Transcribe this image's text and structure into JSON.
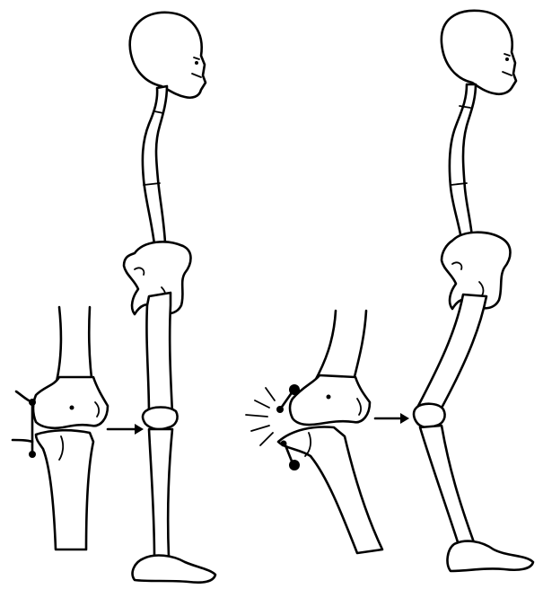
{
  "diagram": {
    "figures": [
      {
        "id": "left",
        "condition": "normal",
        "inset_detail": "knee-joint-with-ligaments-intact"
      },
      {
        "id": "right",
        "condition": "injured",
        "inset_detail": "knee-joint-with-ligament-injury"
      }
    ],
    "colors": {
      "ink": "#000000",
      "background": "#ffffff"
    },
    "icons": [
      "arrow-right-icon",
      "impact-burst-icon"
    ]
  }
}
